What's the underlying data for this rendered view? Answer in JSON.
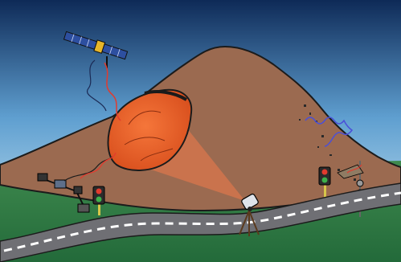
{
  "scene": {
    "elements": [
      {
        "name": "sky",
        "icon": "sky-gradient"
      },
      {
        "name": "mountain",
        "icon": "mountain-slope"
      },
      {
        "name": "landslide-mass",
        "icon": "rock-mass"
      },
      {
        "name": "satellite",
        "icon": "satellite-icon"
      },
      {
        "name": "gnss-receiver",
        "icon": "antenna-icon"
      },
      {
        "name": "extensometer-sensor",
        "icon": "sensor-array-icon"
      },
      {
        "name": "warning-light-left",
        "icon": "traffic-light-icon"
      },
      {
        "name": "warning-light-right",
        "icon": "traffic-light-icon"
      },
      {
        "name": "ground-radar-tripod",
        "icon": "radar-tripod-icon"
      },
      {
        "name": "rockfall-barrier-sensor",
        "icon": "barrier-sensor-icon"
      },
      {
        "name": "road",
        "icon": "road-icon"
      }
    ],
    "colors": {
      "sky_top": "#0e2a57",
      "sky_mid": "#5f9fd0",
      "sky_bottom": "#d8eff7",
      "mountain": "#9b6a50",
      "grass": "#2f7a45",
      "landslide": "#e8632c",
      "radar_beam": "#f07a4a",
      "signal_red": "#e23b2e",
      "signal_blue": "#4a4fd8",
      "road": "#6f6f74",
      "road_marking": "#ffffff"
    }
  }
}
